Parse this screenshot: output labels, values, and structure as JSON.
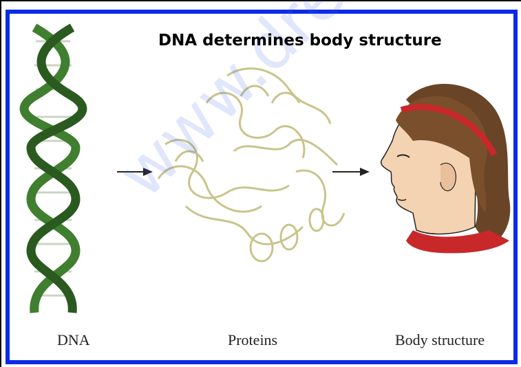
{
  "title": "DNA determines body structure",
  "labels": {
    "dna": "DNA",
    "proteins": "Proteins",
    "body": "Body structure"
  },
  "watermark": "www.dreamtopper.in",
  "colors": {
    "frame": "#0b2ae8",
    "dna": "#3f7f2f",
    "dna_dark": "#2a5a1f",
    "protein": "#c9c48a",
    "headband": "#c8282a",
    "hair": "#6a4426",
    "skin": "#f3d3b2"
  }
}
